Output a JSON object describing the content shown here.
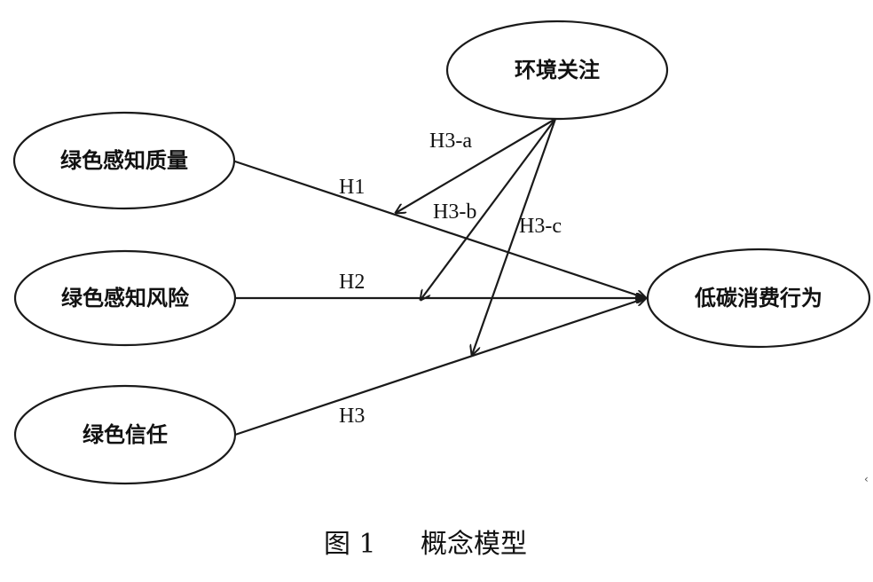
{
  "nodes": {
    "environmental_concern": "环境关注",
    "green_perceived_quality": "绿色感知质量",
    "green_perceived_risk": "绿色感知风险",
    "green_trust": "绿色信任",
    "low_carbon_behavior": "低碳消费行为"
  },
  "edges": {
    "h1": "H1",
    "h2": "H2",
    "h3": "H3",
    "h3a": "H3-a",
    "h3b": "H3-b",
    "h3c": "H3-c"
  },
  "caption": {
    "figure_number": "图 1",
    "title": "概念模型"
  },
  "colors": {
    "stroke": "#1a1a1a",
    "background": "#ffffff"
  }
}
